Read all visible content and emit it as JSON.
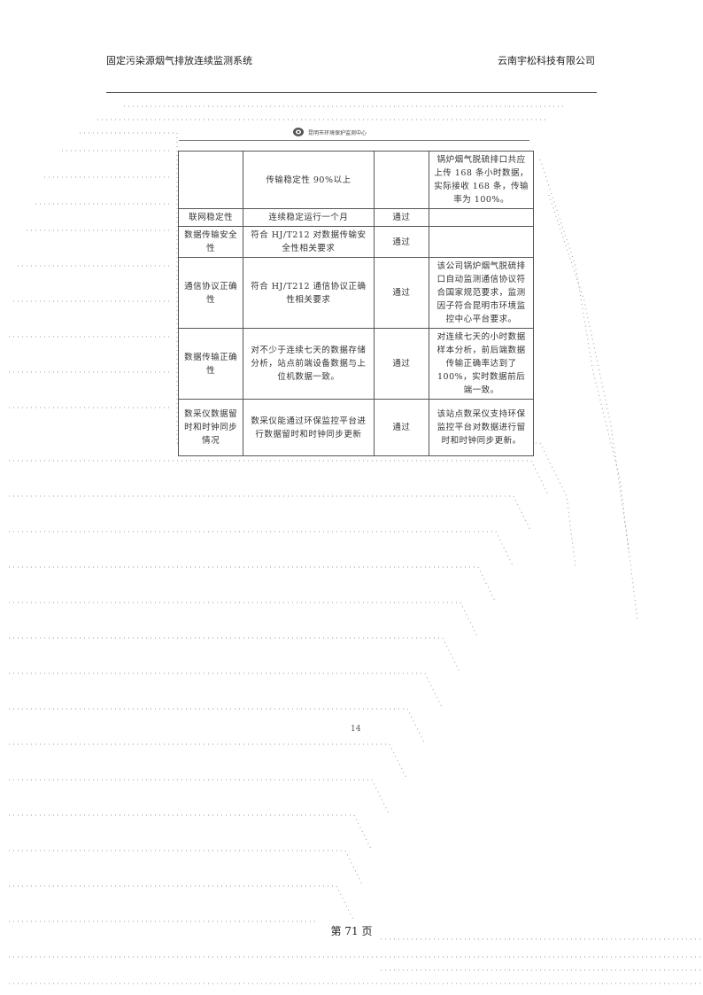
{
  "header": {
    "left": "固定污染源烟气排放连续监测系统",
    "right": "云南宇松科技有限公司"
  },
  "stamp": {
    "logo": "environmental-monitor-logo-icon",
    "text": "昆明市环境保护监测中心"
  },
  "table": {
    "rows": [
      {
        "criterion": "",
        "requirement": "传输稳定性 90%以上",
        "result": "",
        "note": "锅炉烟气脱硫排口共应上传 168 条小时数据，实际接收 168 条，传输率为 100%。"
      },
      {
        "criterion": "联网稳定性",
        "requirement": "连续稳定运行一个月",
        "result": "通过",
        "note": ""
      },
      {
        "criterion": "数据传输安全性",
        "requirement": "符合 HJ/T212 对数据传输安全性相关要求",
        "result": "通过",
        "note": ""
      },
      {
        "criterion": "通信协议正确性",
        "requirement": "符合 HJ/T212 通信协议正确性相关要求",
        "result": "通过",
        "note": "该公司锅炉烟气脱硫排口自动监测通信协议符合国家规范要求，监测因子符合昆明市环境监控中心平台要求。"
      },
      {
        "criterion": "数据传输正确性",
        "requirement": "对不少于连续七天的数据存储分析，站点前端设备数据与上位机数据一致。",
        "result": "通过",
        "note": "对连续七天的小时数据样本分析，前后端数据传输正确率达到了 100%，实时数据前后端一致。"
      },
      {
        "criterion": "数采仪数据留时和时钟同步情况",
        "requirement": "数采仪能通过环保监控平台进行数据留时和时钟同步更新",
        "result": "通过",
        "note": "该站点数采仪支持环保监控平台对数据进行留时和时钟同步更新。"
      }
    ]
  },
  "small_page_number": "14",
  "footer": "第 71 页"
}
